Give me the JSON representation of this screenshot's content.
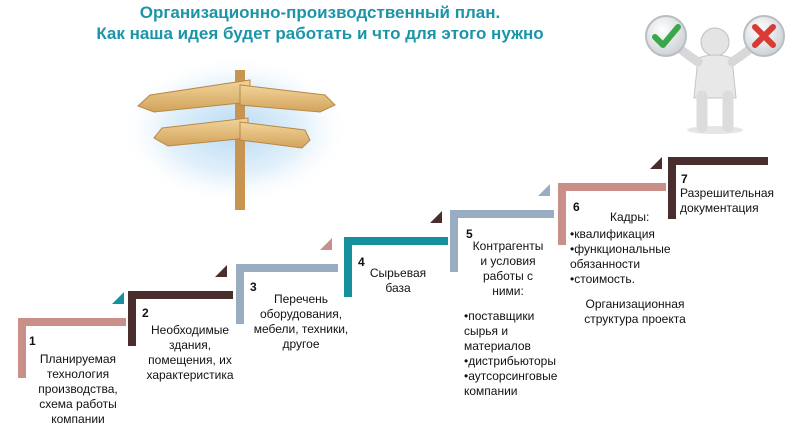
{
  "title": {
    "line1": "Организационно-производственный план.",
    "line2": "Как наша идея будет работать и что для этого нужно"
  },
  "colors": {
    "title": "#1b95a8",
    "teal": "#17909e",
    "pink": "#c9908a",
    "brown": "#4a2e2e",
    "grey_blue": "#98aec0",
    "check_green": "#3ca64a",
    "cross_red": "#d83a34"
  },
  "icons": [
    "signpost-illustration",
    "person-figure-illustration",
    "check-icon",
    "cross-icon"
  ],
  "steps": [
    {
      "number": "1",
      "lines": [
        "Планируемая",
        "технология",
        "производства,",
        "схема работы",
        "компании"
      ]
    },
    {
      "number": "2",
      "lines": [
        "Необходимые",
        "здания,",
        "помещения, их",
        "характеристика"
      ]
    },
    {
      "number": "3",
      "lines": [
        "Перечень",
        "оборудования,",
        "мебели, техники,",
        "другое"
      ]
    },
    {
      "number": "4",
      "lines": [
        "Сырьевая",
        "база"
      ]
    },
    {
      "number": "5",
      "lines": [
        "Контрагенты",
        "и условия",
        "работы  с",
        "ними:",
        "•поставщики",
        "сырья и",
        "материалов",
        "•дистрибьюторы",
        "•аутсорсинговые",
        "компании"
      ]
    },
    {
      "number": "6",
      "lines": [
        "Кадры:",
        "•квалификация",
        "•функциональные",
        "обязанности",
        "•стоимость.",
        "Организационная",
        "структура проекта"
      ]
    },
    {
      "number": "7",
      "lines": [
        "Разрешительная",
        "документация"
      ]
    }
  ]
}
